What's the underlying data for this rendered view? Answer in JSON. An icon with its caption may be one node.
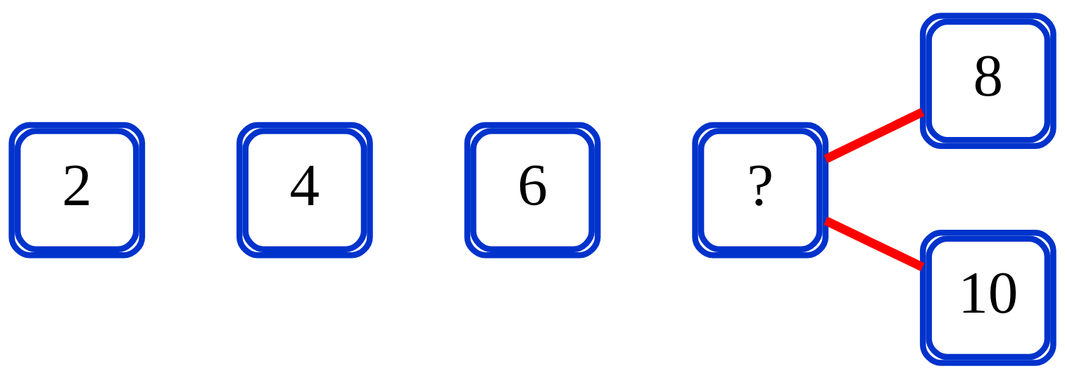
{
  "diagram": {
    "nodes": [
      {
        "text": [
          "2"
        ]
      },
      {
        "text": [
          "4"
        ]
      },
      {
        "text": [
          "6"
        ]
      },
      {
        "text": [
          "?"
        ]
      },
      {
        "text": [
          "8"
        ]
      },
      {
        "text": [
          "10"
        ]
      }
    ],
    "edges": [
      {
        "from": 3,
        "to": 4,
        "arrow": "none",
        "color": "#ff0000"
      },
      {
        "from": 3,
        "to": 5,
        "arrow": "none",
        "color": "#ff0000"
      }
    ]
  }
}
